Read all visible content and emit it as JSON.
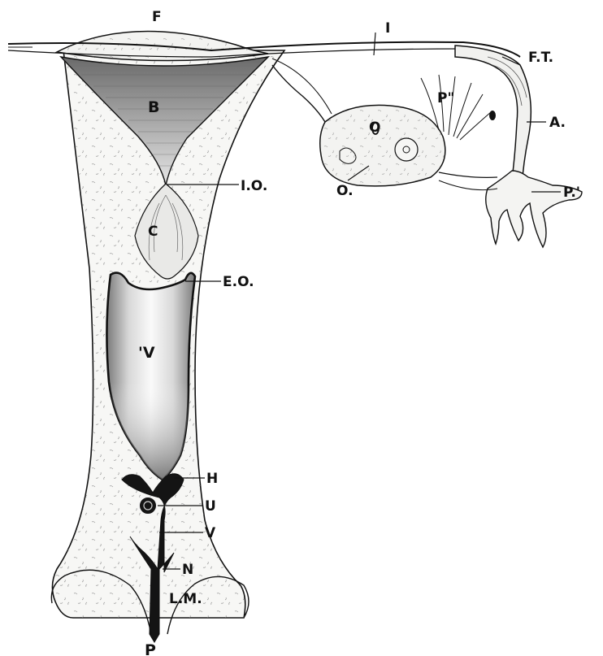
{
  "labels": {
    "fundus": "F",
    "body": "B",
    "internal_os": "I.O.",
    "cervix": "C",
    "external_os": "E.O.",
    "vagina": "'V",
    "hymen": "H",
    "urethra": "U",
    "vestibule": "V",
    "nymphae": "N",
    "labia_majora": "L.M.",
    "perineum": "P",
    "ligament": "I",
    "fallopian_tube": "F.T.",
    "ampulla": "A.",
    "fimbriae": "P.'",
    "parovarium": "P\"",
    "ovary": "O.",
    "ovary_follicle": "O"
  },
  "colors": {
    "ink": "#111111",
    "paper": "#ffffff",
    "tissue": "#f4f4f2",
    "shade": "#8a8a8a"
  }
}
